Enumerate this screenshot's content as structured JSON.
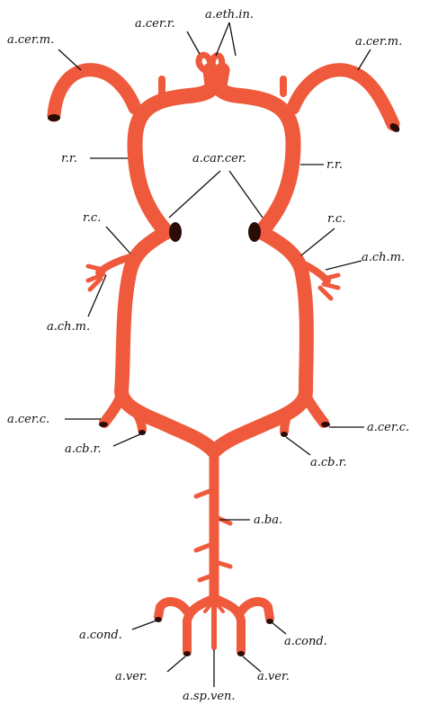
{
  "colors": {
    "artery": "#ef5a3c",
    "artery_dark": "#c9432a",
    "lumen": "#2a0b05",
    "ink": "#111111"
  },
  "labels": {
    "a_cer_m_left": "a.cer.m.",
    "a_cer_m_right": "a.cer.m.",
    "a_cer_r": "a.cer.r.",
    "a_eth_in": "a.eth.in.",
    "r_r_left": "r.r.",
    "r_r_right": "r.r.",
    "a_car_cer": "a.car.cer.",
    "r_c_left": "r.c.",
    "r_c_right": "r.c.",
    "a_ch_m_left": "a.ch.m.",
    "a_ch_m_right": "a.ch.m.",
    "a_cer_c_left": "a.cer.c.",
    "a_cer_c_right": "a.cer.c.",
    "a_cb_r_left": "a.cb.r.",
    "a_cb_r_right": "a.cb.r.",
    "a_ba": "a.ba.",
    "a_cond_left": "a.cond.",
    "a_cond_right": "a.cond.",
    "a_ver_left": "a.ver.",
    "a_ver_right": "a.ver.",
    "a_sp_ven": "a.sp.ven."
  }
}
